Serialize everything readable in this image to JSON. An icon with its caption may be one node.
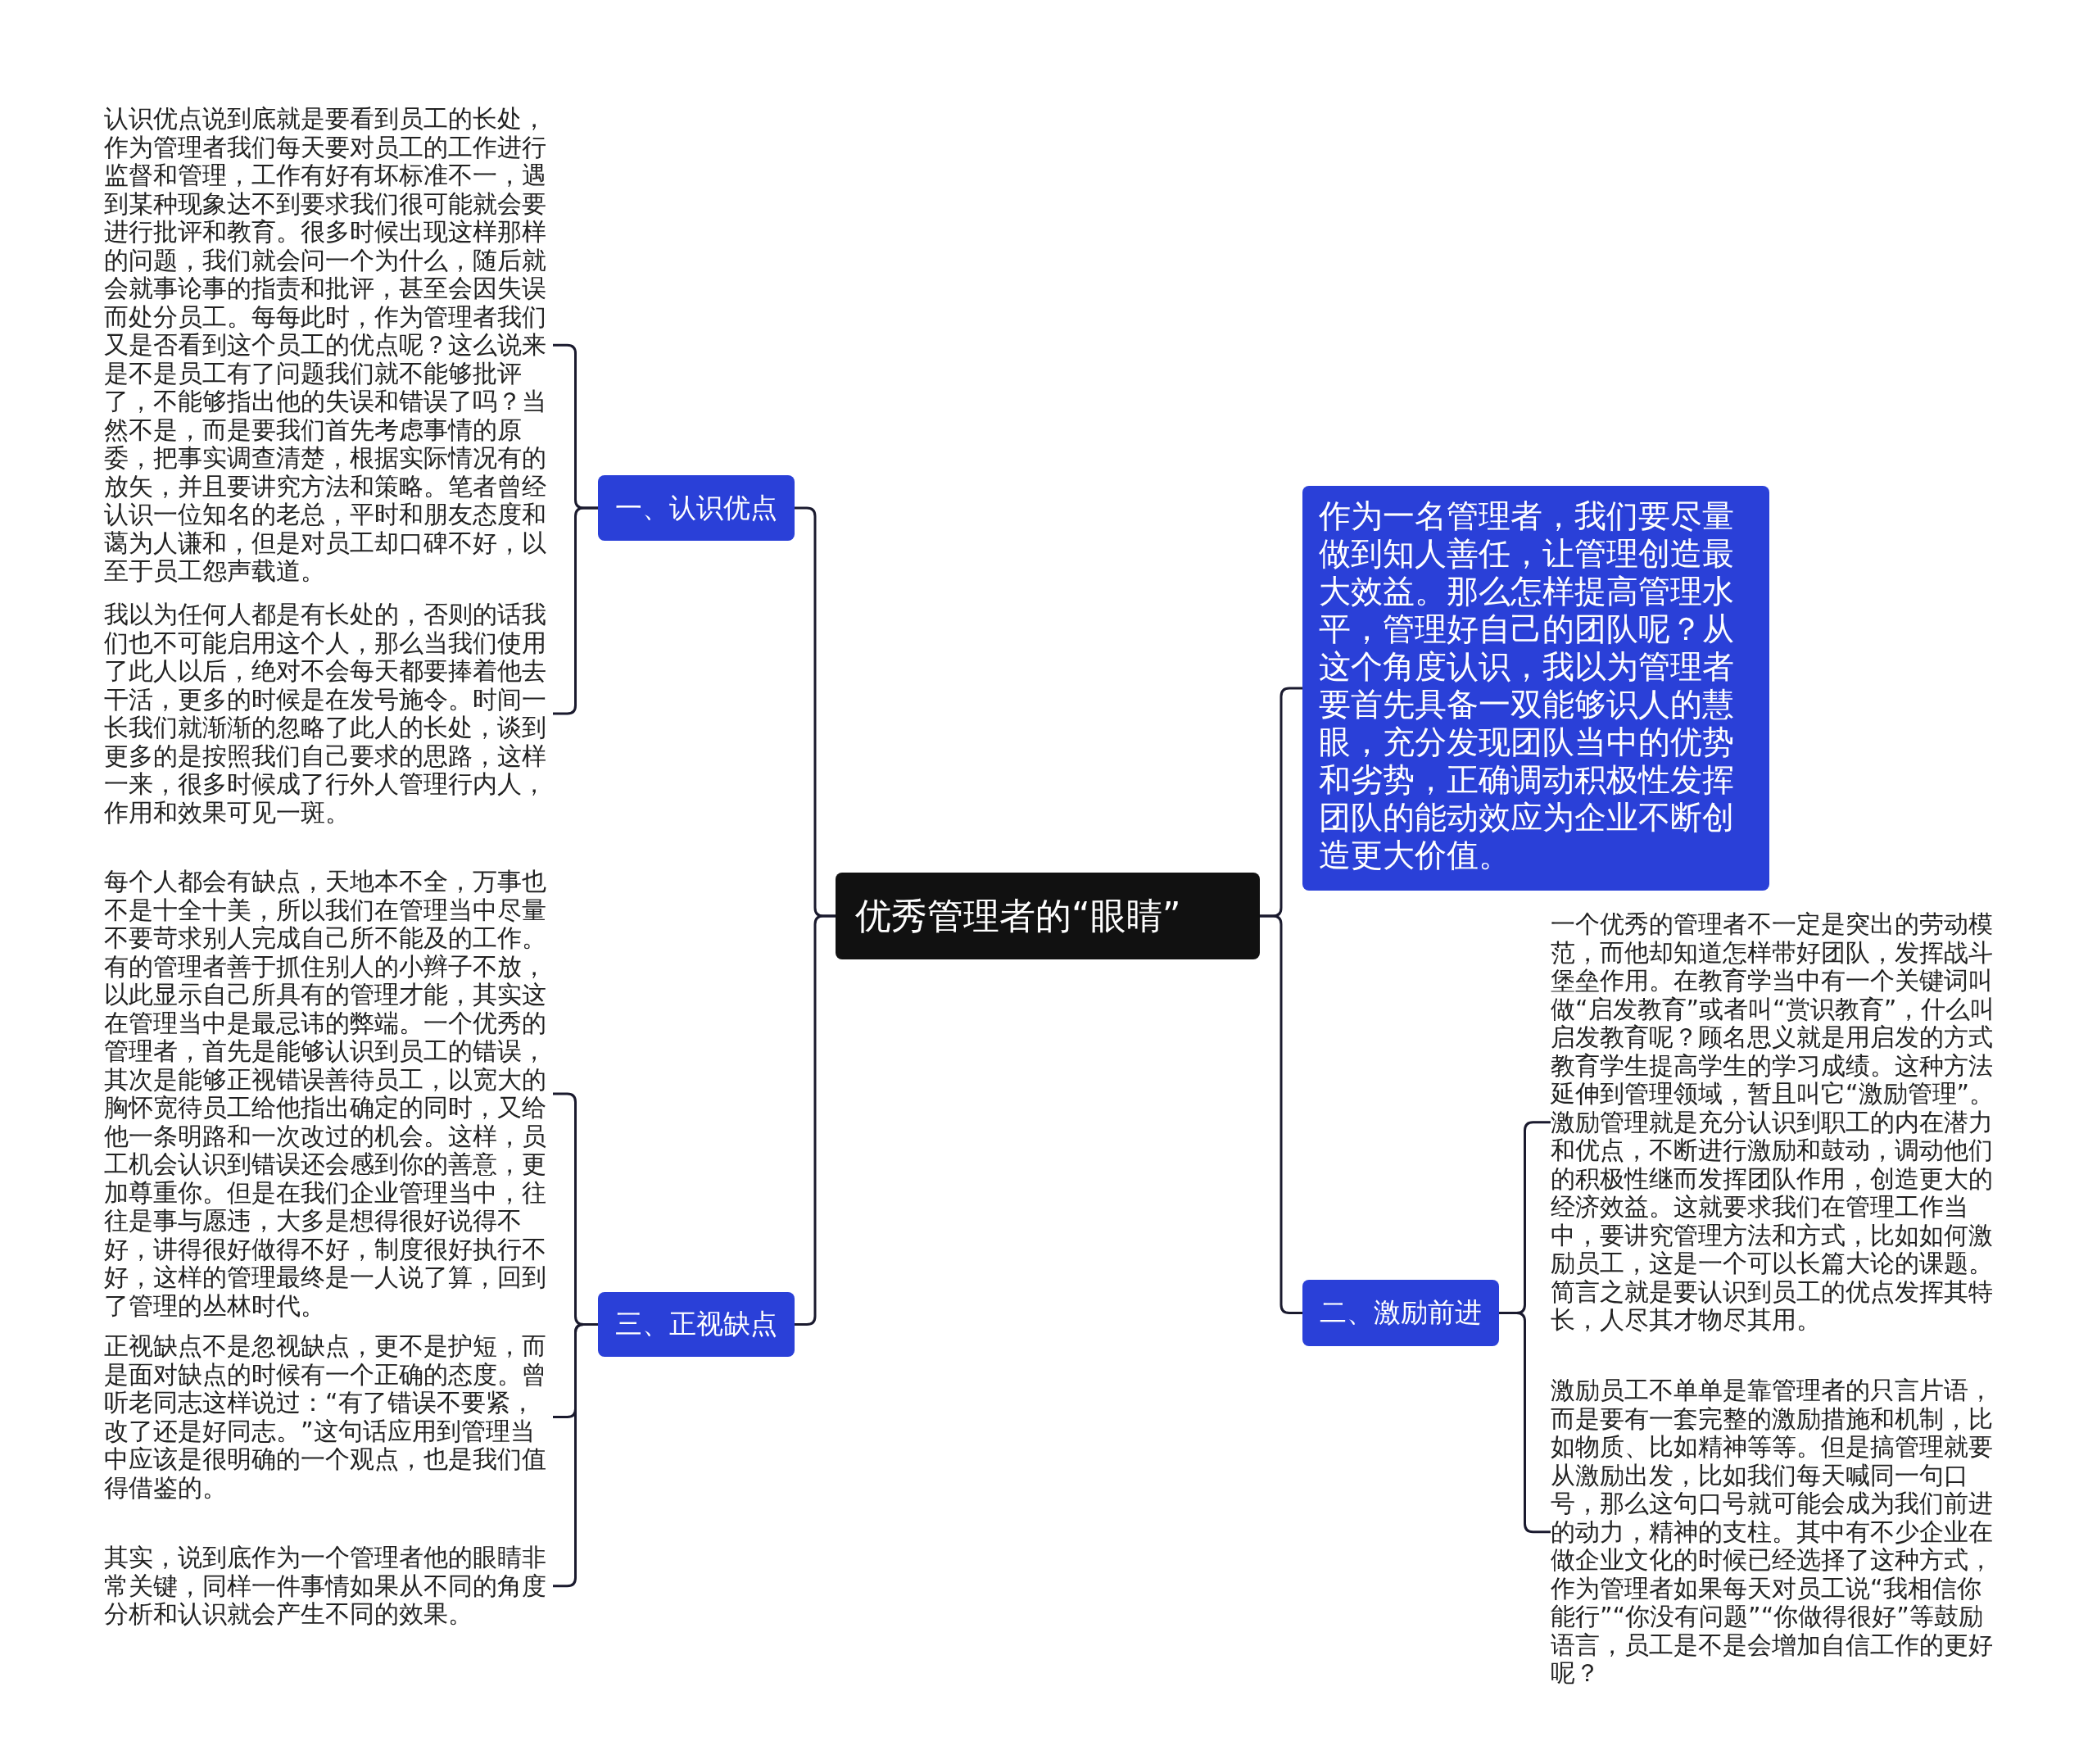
{
  "diagram": {
    "nodes": [
      {
        "text": [
          "优秀管理者的“眼睛”"
        ]
      },
      {
        "text": [
          "一、认识优点"
        ]
      },
      {
        "text": [
          "认识优点说到底就是要看到员工的长处，作为管理者我们每天要对员工的工作进行监督和管理，工作有好有坏标准不一，遇到某种现象达不到要求我们很可能就会要进行批评和教育。很多时候出现这样那样的问题，我们就会问一个为什么，随后就会就事论事的指责和批评，甚至会因失误而处分员工。每每此时，作为管理者我们又是否看到这个员工的优点呢？这么说来是不是员工有了问题我们就不能够批评了，不能够指出他的失误和错误了吗？当然不是，而是要我们首先考虑事情的原委，把事实调查清楚，根据实际情况有的放矢，并且要讲究方法和策略。笔者曾经认识一位知名的老总，平时和朋友态度和蔼为人谦和，但是对员工却口碑不好，以至于员工怨声载道。"
        ]
      },
      {
        "text": [
          "我以为任何人都是有长处的，否则的话我们也不可能启用这个人，那么当我们使用了此人以后，绝对不会每天都要捧着他去干活，更多的时候是在发号施令。时间一长我们就渐渐的忽略了此人的长处，谈到更多的是按照我们自己要求的思路，这样一来，很多时候成了行外人管理行内人，作用和效果可见一斑。"
        ]
      },
      {
        "text": [
          "三、正视缺点"
        ]
      },
      {
        "text": [
          "每个人都会有缺点，天地本不全，万事也不是十全十美，所以我们在管理当中尽量不要苛求别人完成自己所不能及的工作。有的管理者善于抓住别人的小辫子不放，以此显示自己所具有的管理才能，其实这在管理当中是最忌讳的弊端。一个优秀的管理者，首先是能够认识到员工的错误，其次是能够正视错误善待员工，以宽大的胸怀宽待员工给他指出确定的同时，又给他一条明路和一次改过的机会。这样，员工机会认识到错误还会感到你的善意，更加尊重你。但是在我们企业管理当中，往往是事与愿违，大多是想得很好说得不好，讲得很好做得不好，制度很好执行不好，这样的管理最终是一人说了算，回到了管理的丛林时代。"
        ]
      },
      {
        "text": [
          "正视缺点不是忽视缺点，更不是护短，而是面对缺点的时候有一个正确的态度。曾听老同志这样说过：“有了错误不要紧，改了还是好同志。”这句话应用到管理当中应该是很明确的一个观点，也是我们值得借鉴的。"
        ]
      },
      {
        "text": [
          "其实，说到底作为一个管理者他的眼睛非常关键，同样一件事情如果从不同的角度分析和认识就会产生不同的效果。"
        ]
      },
      {
        "text": [
          "作为一名管理者，我们要尽量做到知人善任，让管理创造最大效益。那么怎样提高管理水平，管理好自己的团队呢？从这个角度认识，我以为管理者要首先具备一双能够识人的慧眼，充分发现团队当中的优势和劣势，正确调动积极性发挥团队的能动效应为企业不断创造更大价值。"
        ]
      },
      {
        "text": [
          "二、激励前进"
        ]
      },
      {
        "text": [
          "一个优秀的管理者不一定是突出的劳动模范，而他却知道怎样带好团队，发挥战斗堡垒作用。在教育学当中有一个关键词叫做“启发教育”或者叫“赏识教育”，什么叫启发教育呢？顾名思义就是用启发的方式教育学生提高学生的学习成绩。这种方法延伸到管理领域，暂且叫它“激励管理”。激励管理就是充分认识到职工的内在潜力和优点，不断进行激励和鼓动，调动他们的积极性继而发挥团队作用，创造更大的经济效益。这就要求我们在管理工作当中，要讲究管理方法和方式，比如如何激励员工，这是一个可以长篇大论的课题。简言之就是要认识到员工的优点发挥其特长，人尽其才物尽其用。"
        ]
      },
      {
        "text": [
          "激励员工不单单是靠管理者的只言片语，而是要有一套完整的激励措施和机制，比如物质、比如精神等等。但是搞管理就要从激励出发，比如我们每天喊同一句口号，那么这句口号就可能会成为我们前进的动力，精神的支柱。其中有不少企业在做企业文化的时候已经选择了这种方式，作为管理者如果每天对员工说“我相信你能行”“你没有问题”“你做得很好”等鼓励语言，员工是不是会增加自信工作的更好呢？"
        ]
      }
    ],
    "edges": [
      {
        "from": 0,
        "to": 1,
        "arrow": "none"
      },
      {
        "from": 1,
        "to": 2,
        "arrow": "none"
      },
      {
        "from": 1,
        "to": 3,
        "arrow": "none"
      },
      {
        "from": 0,
        "to": 4,
        "arrow": "none"
      },
      {
        "from": 4,
        "to": 5,
        "arrow": "none"
      },
      {
        "from": 4,
        "to": 6,
        "arrow": "none"
      },
      {
        "from": 4,
        "to": 7,
        "arrow": "none"
      },
      {
        "from": 0,
        "to": 8,
        "arrow": "none"
      },
      {
        "from": 0,
        "to": 9,
        "arrow": "none"
      },
      {
        "from": 9,
        "to": 10,
        "arrow": "none"
      },
      {
        "from": 9,
        "to": 11,
        "arrow": "none"
      }
    ]
  }
}
